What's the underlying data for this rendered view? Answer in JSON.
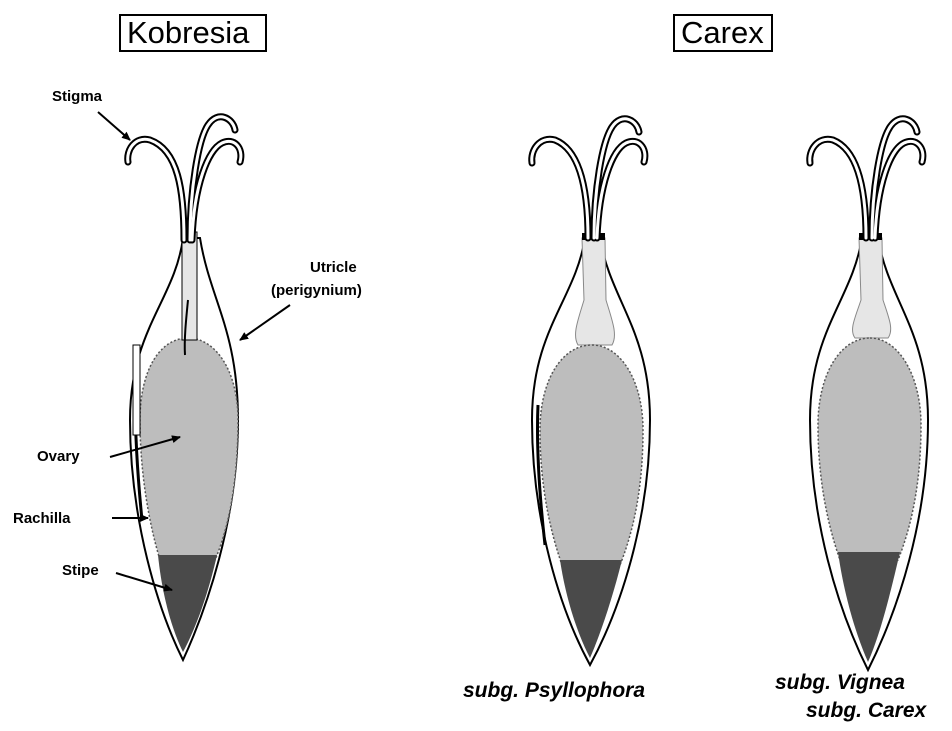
{
  "genera": {
    "kobresia": "Kobresia",
    "carex": "Carex"
  },
  "parts": {
    "stigma": "Stigma",
    "utricle": "Utricle",
    "perigynium": "(perigynium)",
    "ovary": "Ovary",
    "rachilla": "Rachilla",
    "stipe": "Stipe"
  },
  "subgenera": {
    "psyllophora": "subg. Psyllophora",
    "vignea": "subg. Vignea",
    "carex": "subg. Carex"
  },
  "colors": {
    "ovary": "#bdbdbd",
    "stipe": "#4a4a4a",
    "outline": "#000000",
    "style_tube": "#e6e6e6"
  }
}
